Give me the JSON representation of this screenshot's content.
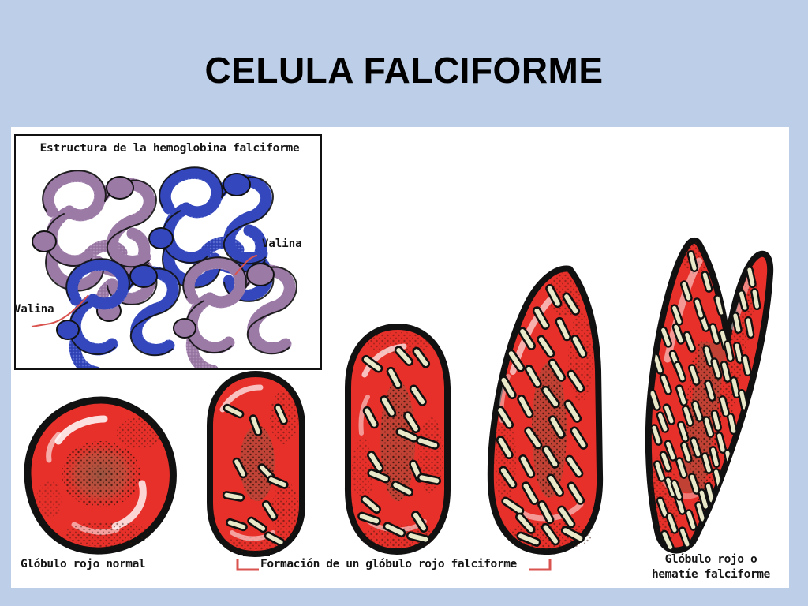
{
  "slide": {
    "title": "CELULA FALCIFORME",
    "background_color": "#bdcfe8",
    "panel_color": "#ffffff"
  },
  "inset": {
    "title": "Estructura de la hemoglobina falciforme",
    "labels": [
      {
        "id": "valina-right",
        "text": "Valina"
      },
      {
        "id": "valina-left",
        "text": "Valina"
      }
    ],
    "subunit_colors": {
      "purple": "#9b7aa6",
      "blue": "#3447bd"
    },
    "leader_color": "#d9534f",
    "border_color": "#111111",
    "subunits": [
      {
        "position": "top-left",
        "color": "purple"
      },
      {
        "position": "top-right",
        "color": "blue"
      },
      {
        "position": "bottom-left",
        "color": "blue"
      },
      {
        "position": "bottom-right",
        "color": "purple"
      }
    ]
  },
  "captions": {
    "normal": "Glóbulo rojo normal",
    "formation": "Formación de un glóbulo rojo falciforme",
    "sickle_line1": "Glóbulo rojo o",
    "sickle_line2": "hematíe falciforme",
    "bracket_color": "#d9534f"
  },
  "cells": {
    "fill_color": "#e8302a",
    "outline_color": "#111111",
    "fiber_color": "#e8e8c8",
    "speckle_color": "#7a4a38",
    "items": [
      {
        "id": "cell-normal",
        "shape": "round",
        "stage": 1,
        "fibers": 0,
        "label": "Glóbulo rojo normal"
      },
      {
        "id": "cell-stage-2",
        "shape": "oval",
        "stage": 2,
        "fibers": 11,
        "label": ""
      },
      {
        "id": "cell-stage-3",
        "shape": "elongated-oval",
        "stage": 3,
        "fibers": 20,
        "label": ""
      },
      {
        "id": "cell-stage-4",
        "shape": "tapered",
        "stage": 4,
        "fibers": 34,
        "label": ""
      },
      {
        "id": "cell-sickle",
        "shape": "crescent",
        "stage": 5,
        "fibers": 70,
        "label": "Glóbulo rojo o hematíe falciforme"
      }
    ]
  }
}
